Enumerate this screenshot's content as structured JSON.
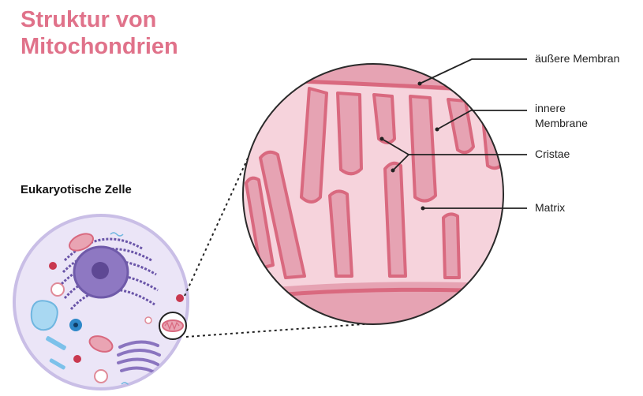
{
  "header": {
    "title_line1": "Struktur von",
    "title_line2": "Mitochondrien"
  },
  "cell": {
    "title": "Eukaryotische Zelle"
  },
  "labels": {
    "outer_membrane": "äußere Membran",
    "inner_membrane_line1": "innere",
    "inner_membrane_line2": "Membrane",
    "cristae": "Cristae",
    "matrix": "Matrix"
  },
  "colors": {
    "title": "#e0728a",
    "membrane": "#d9697f",
    "intermembrane": "#e6a3b3",
    "matrix": "#f6d3dc",
    "cell_fill": "#ebe5f7",
    "nucleus": "#9b86c7"
  }
}
